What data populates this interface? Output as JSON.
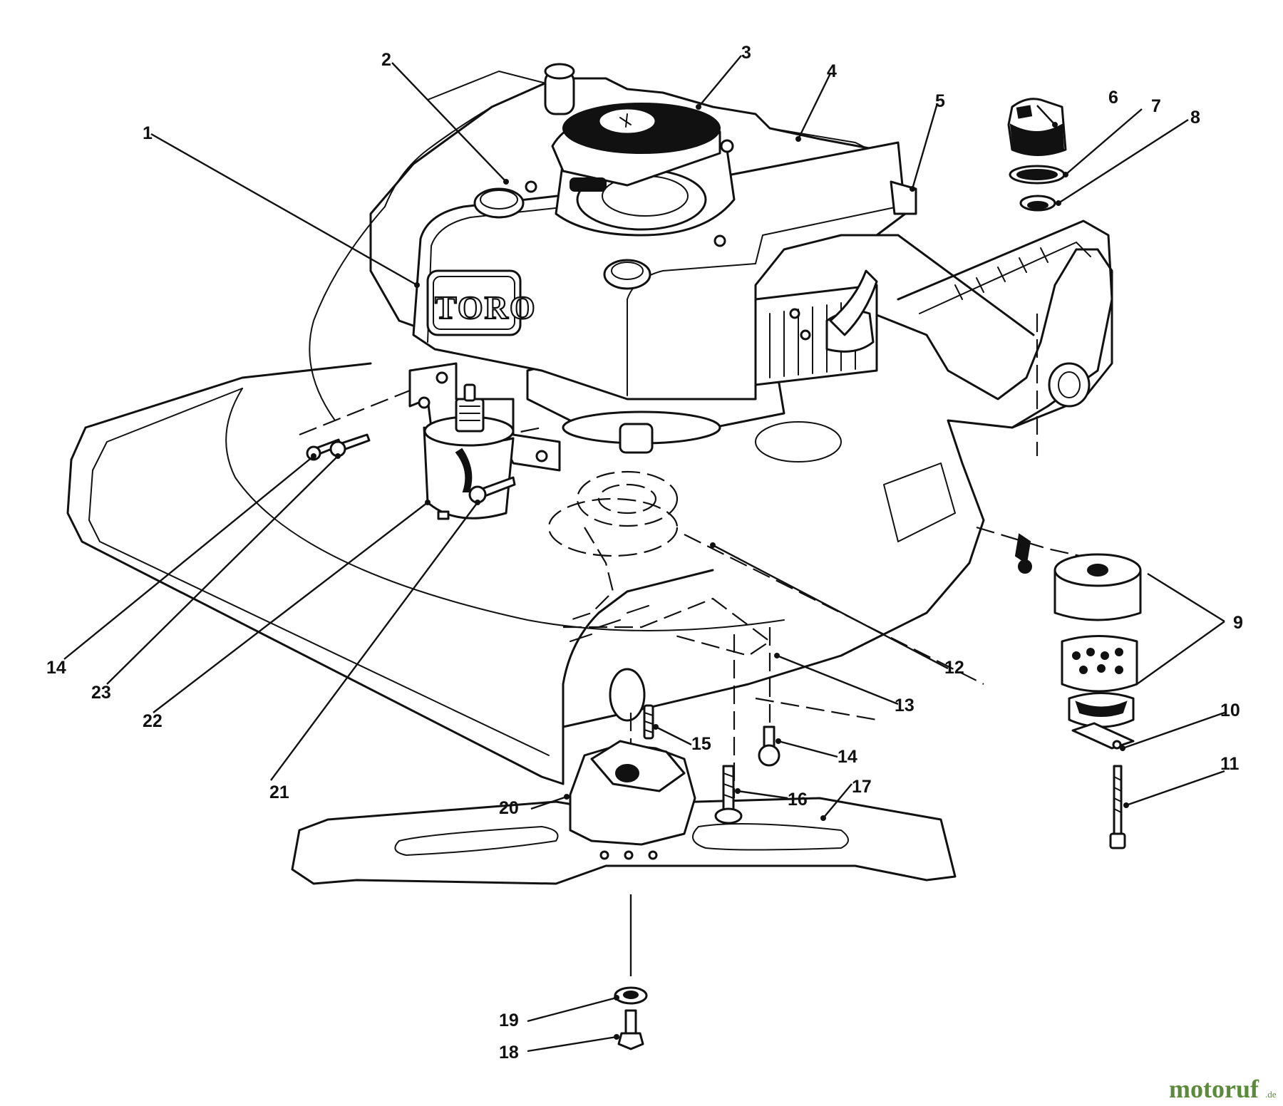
{
  "diagram": {
    "brand_logo": "TORO",
    "watermark": {
      "name": "motoruf",
      "suffix": ".de"
    },
    "callouts": [
      "1",
      "2",
      "3",
      "4",
      "5",
      "6",
      "7",
      "8",
      "9",
      "10",
      "11",
      "12",
      "13",
      "14",
      "14",
      "15",
      "16",
      "17",
      "18",
      "19",
      "20",
      "21",
      "22",
      "23"
    ]
  }
}
